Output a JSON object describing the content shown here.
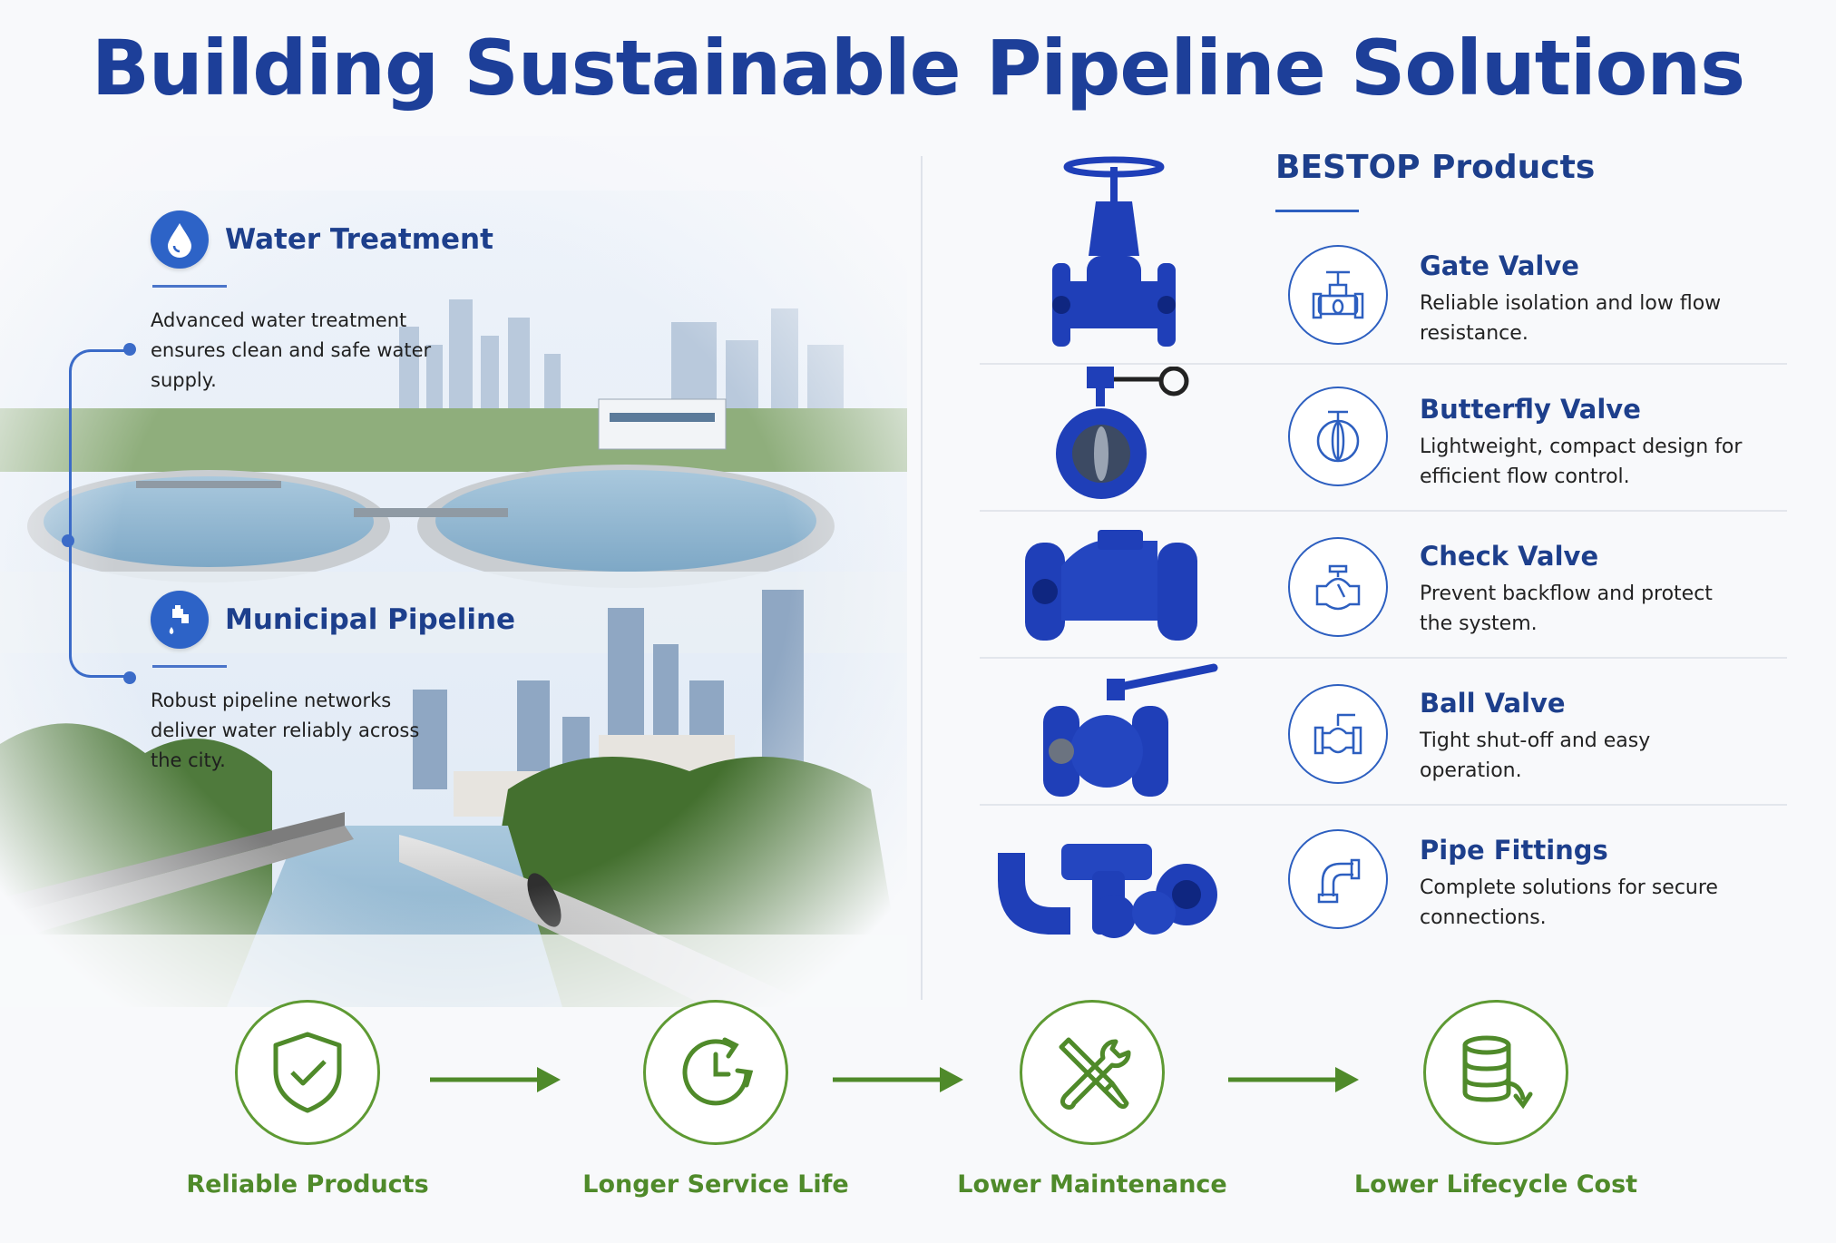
{
  "title": "Building Sustainable Pipeline Solutions",
  "left": {
    "sections": [
      {
        "title": "Water Treatment",
        "text": "Advanced water treatment ensures clean and safe water supply.",
        "icon": "water-drop-icon"
      },
      {
        "title": "Municipal Pipeline",
        "text": "Robust pipeline networks deliver water reliably across the city.",
        "icon": "faucet-icon"
      }
    ]
  },
  "products": {
    "heading": "BESTOP Products",
    "items": [
      {
        "name": "Gate Valve",
        "desc": "Reliable isolation and low flow resistance.",
        "icon": "gate-valve-icon"
      },
      {
        "name": "Butterfly Valve",
        "desc": "Lightweight, compact design for efficient flow control.",
        "icon": "butterfly-valve-icon"
      },
      {
        "name": "Check Valve",
        "desc": "Prevent backflow and protect the system.",
        "icon": "check-valve-icon"
      },
      {
        "name": "Ball Valve",
        "desc": "Tight shut-off and easy operation.",
        "icon": "ball-valve-icon"
      },
      {
        "name": "Pipe Fittings",
        "desc": "Complete solutions for secure connections.",
        "icon": "pipe-elbow-icon"
      }
    ]
  },
  "flow": [
    {
      "label": "Reliable Products",
      "icon": "shield-check-icon"
    },
    {
      "label": "Longer Service Life",
      "icon": "clock-cycle-icon"
    },
    {
      "label": "Lower Maintenance",
      "icon": "tools-icon"
    },
    {
      "label": "Lower Lifecycle Cost",
      "icon": "coins-down-icon"
    }
  ],
  "colors": {
    "title": "#1d3f99",
    "accent": "#2d5fc0",
    "valve": "#1f3fb8",
    "green": "#5e9a33"
  }
}
